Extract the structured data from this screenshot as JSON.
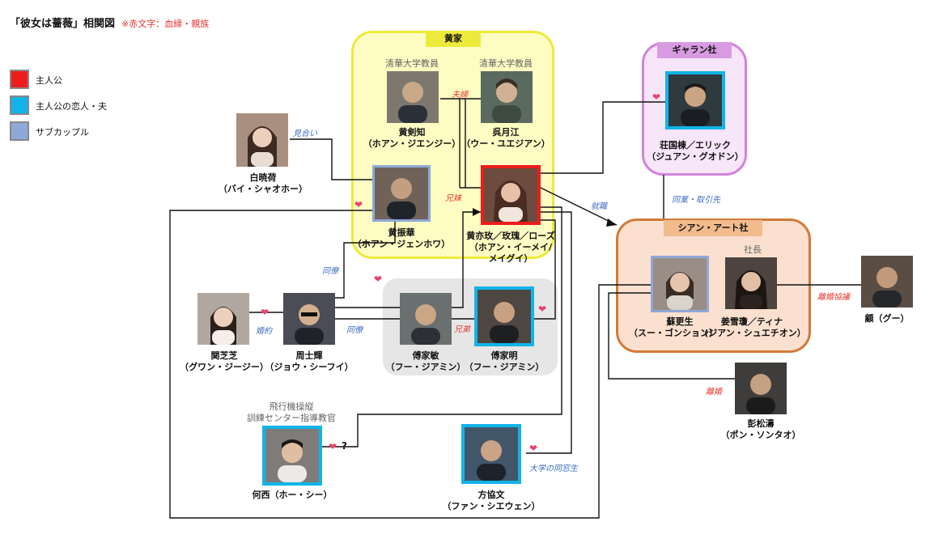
{
  "title": "「彼女は薔薇」相関図",
  "note": "※赤文字：血縁・親族",
  "legend": [
    {
      "label": "主人公",
      "color": "#ee1c1c"
    },
    {
      "label": "主人公の恋人・夫",
      "color": "#12b4e8"
    },
    {
      "label": "サブカップル",
      "color": "#8fa8d8"
    }
  ],
  "groups": {
    "huang": "黄家",
    "gyaran": "ギャラン社",
    "xian": "シアン・アート社"
  },
  "people": {
    "huangjianzhi": {
      "role": "清華大学教員",
      "name": "黄剣知",
      "reading": "（ホアン・ジエンジー）"
    },
    "wuyuejiang": {
      "role": "清華大学教員",
      "name": "呉月江",
      "reading": "（ウー・ユエジアン）"
    },
    "huangzhenhua": {
      "name": "黄振華",
      "reading": "（ホアン・ジェンホワ）"
    },
    "huangyimei": {
      "name": "黄亦玫／玫瑰／ローズ",
      "reading": "（ホアン・イーメイ/",
      "reading2": "メイグイ）"
    },
    "baixiaohe": {
      "name": "白暁荷",
      "reading": "（バイ・シャオホー）"
    },
    "zhuangguodong": {
      "name": "荘国棟／エリック",
      "reading": "（ジュアン・グオドン）"
    },
    "suxiangsheng": {
      "name": "蘇更生",
      "reading": "（スー・ゴンション）"
    },
    "jiangxueqiong": {
      "role": "社長",
      "name": "姜雪瓊／ティナ",
      "reading": "(ジアン・シュエチオン）"
    },
    "gu": {
      "name": "顧（グー）"
    },
    "guanzhizhi": {
      "name": "関芝芝",
      "reading": "（グワン・ジージー）"
    },
    "zhoushihui": {
      "name": "周士輝",
      "reading": "（ジョウ・シーフイ）"
    },
    "fujiamin": {
      "name": "傅家敏",
      "reading": "（フー・ジアミン）"
    },
    "fujiaming": {
      "name": "傅家明",
      "reading": "（フー・ジアミン）"
    },
    "hexi": {
      "role": "飛行機操縦",
      "role2": "訓練センター指導教官",
      "name": "何西（ホー・シー）"
    },
    "fangxiewen": {
      "name": "方協文",
      "reading": "（ファン・シエウェン）"
    },
    "pengsongtao": {
      "name": "彭松濤",
      "reading": "（ポン・ソンタオ）"
    }
  },
  "relations": {
    "couple": "夫婦",
    "siblings": "兄妹",
    "miai": "見合い",
    "job": "就職",
    "partner": "同業・取引先",
    "colleague1": "同僚",
    "colleague2": "同僚",
    "engaged": "婚約",
    "brothers": "兄弟",
    "divorce_talk": "離婚協議",
    "divorce": "離婚",
    "classmate": "大学の同窓生",
    "question": "?"
  },
  "colors": {
    "protagonist": "#ee1c1c",
    "lover": "#12b4e8",
    "sub": "#8fa8d8",
    "huang_bg": "#fdfcc2",
    "huang_border": "#eeea3c",
    "gyaran_bg": "#f7e5f9",
    "gyaran_border": "#cf84dc",
    "xian_bg": "#fbe0cf",
    "xian_border": "#d27a38",
    "fu_bg": "#e6e6e6"
  }
}
